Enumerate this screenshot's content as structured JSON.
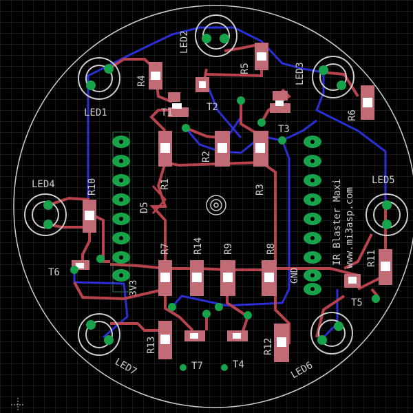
{
  "app": {
    "title": "EAGLE Board Editor"
  },
  "colors": {
    "background": "#000000",
    "grid": "#2e2e2e",
    "top_copper": "#b8434d",
    "bottom_copper": "#2b2fd6",
    "pad": "#17a34a",
    "outline": "#cfcfcf",
    "smd_pad": "#c06b75"
  },
  "labels": {
    "led1": "LED1",
    "led2": "LED2",
    "led3": "LED3",
    "led4": "LED4",
    "led5": "LED5",
    "led6": "LED6",
    "led7": "LED7",
    "r1": "R1",
    "r2": "R2",
    "r3": "R3",
    "r4": "R4",
    "r5": "R5",
    "r6": "R6",
    "r7": "R7",
    "r8": "R8",
    "r9": "R9",
    "r10": "R10",
    "r11": "R11",
    "r12": "R12",
    "r13": "R13",
    "r14": "R14",
    "t1": "T1",
    "t2": "T2",
    "t3": "T3",
    "t4": "T4",
    "t5": "T5",
    "t6": "T6",
    "t7": "T7",
    "d5": "D5",
    "v33": "3V3",
    "gnd": "GND",
    "title": "IR Blaster Maxi",
    "url": "www.mi3asp.com"
  }
}
